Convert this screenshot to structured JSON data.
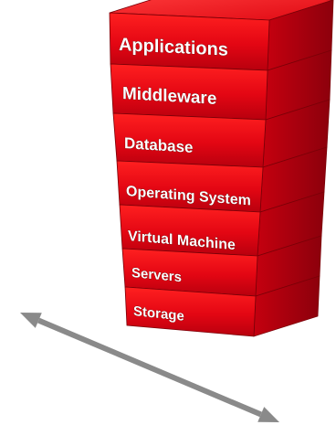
{
  "stack": {
    "layers": [
      {
        "label": "Applications"
      },
      {
        "label": "Middleware"
      },
      {
        "label": "Database"
      },
      {
        "label": "Operating System"
      },
      {
        "label": "Virtual Machine"
      },
      {
        "label": "Servers"
      },
      {
        "label": "Storage"
      }
    ],
    "colors": {
      "front": "#e30613",
      "side": "#a50010",
      "top": "#ff2b2b",
      "edge": "#7a0008",
      "arrow": "#8a8a8a"
    }
  },
  "arrow": {
    "icon": "double-headed-arrow-icon"
  }
}
